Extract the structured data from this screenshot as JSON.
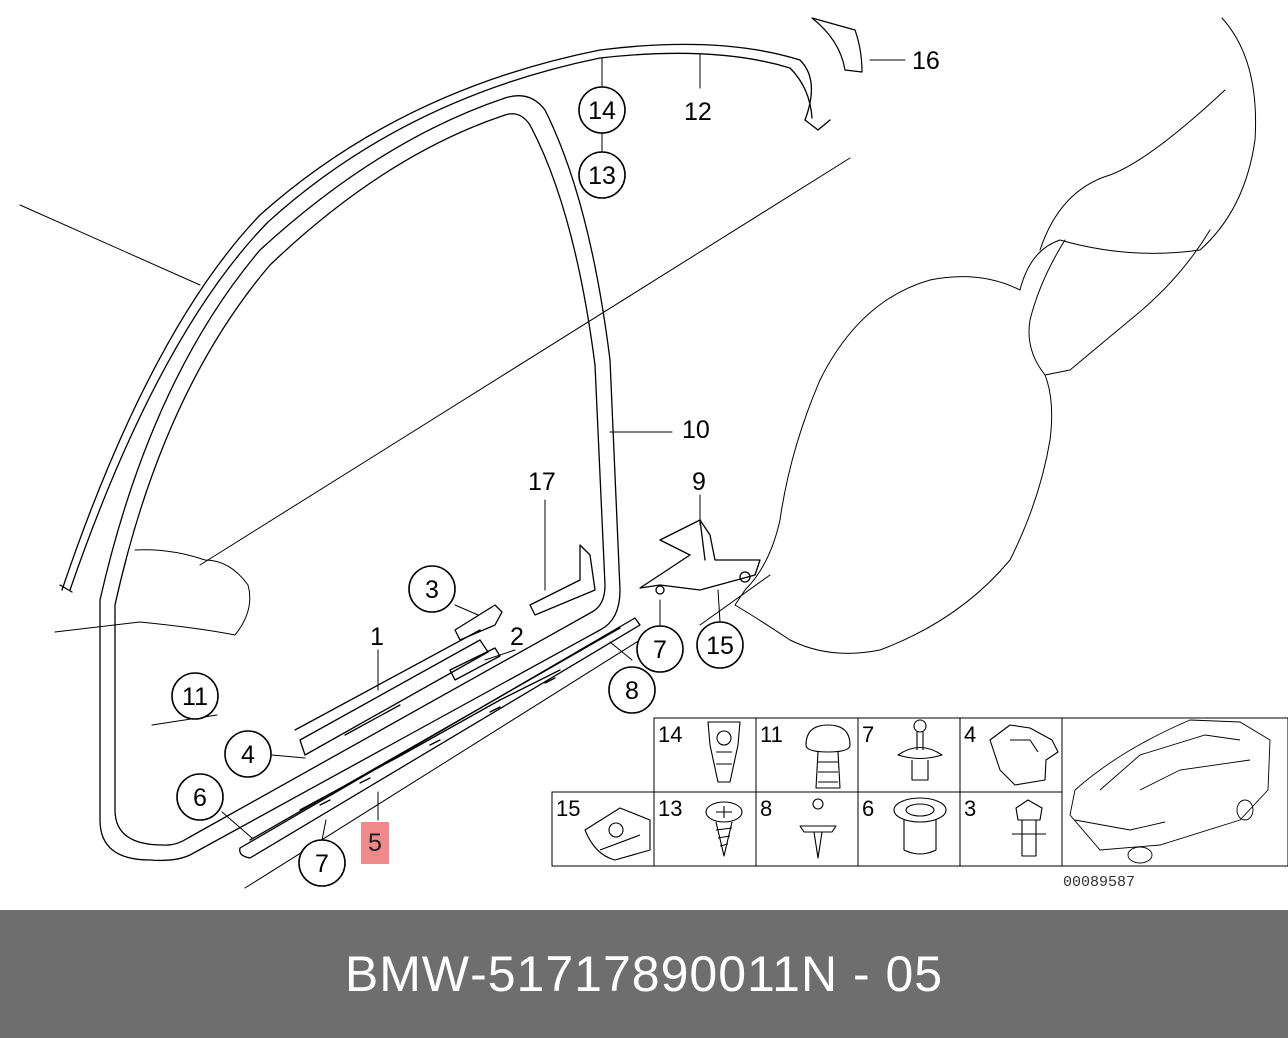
{
  "diagram": {
    "callouts": {
      "c14": "14",
      "c13": "13",
      "c3": "3",
      "c11": "11",
      "c4": "4",
      "c6": "6",
      "c7a": "7",
      "c7b": "7",
      "c15": "15",
      "c8": "8"
    },
    "labels": {
      "l12": "12",
      "l16": "16",
      "l10": "10",
      "l17": "17",
      "l9": "9",
      "l1": "1",
      "l2": "2"
    },
    "highlighted_part": "5",
    "parts_table": {
      "row1": [
        "14",
        "11",
        "7",
        "4"
      ],
      "row2": [
        "15",
        "13",
        "8",
        "6",
        "3"
      ]
    },
    "reference_number": "00089587"
  },
  "footer": {
    "brand": "BMW",
    "separator": "-",
    "part_number": "51717890011",
    "position": "N - 05"
  },
  "colors": {
    "highlight": "#f08a8a",
    "footer_bg": "#6e6e6e",
    "line": "#000000"
  }
}
